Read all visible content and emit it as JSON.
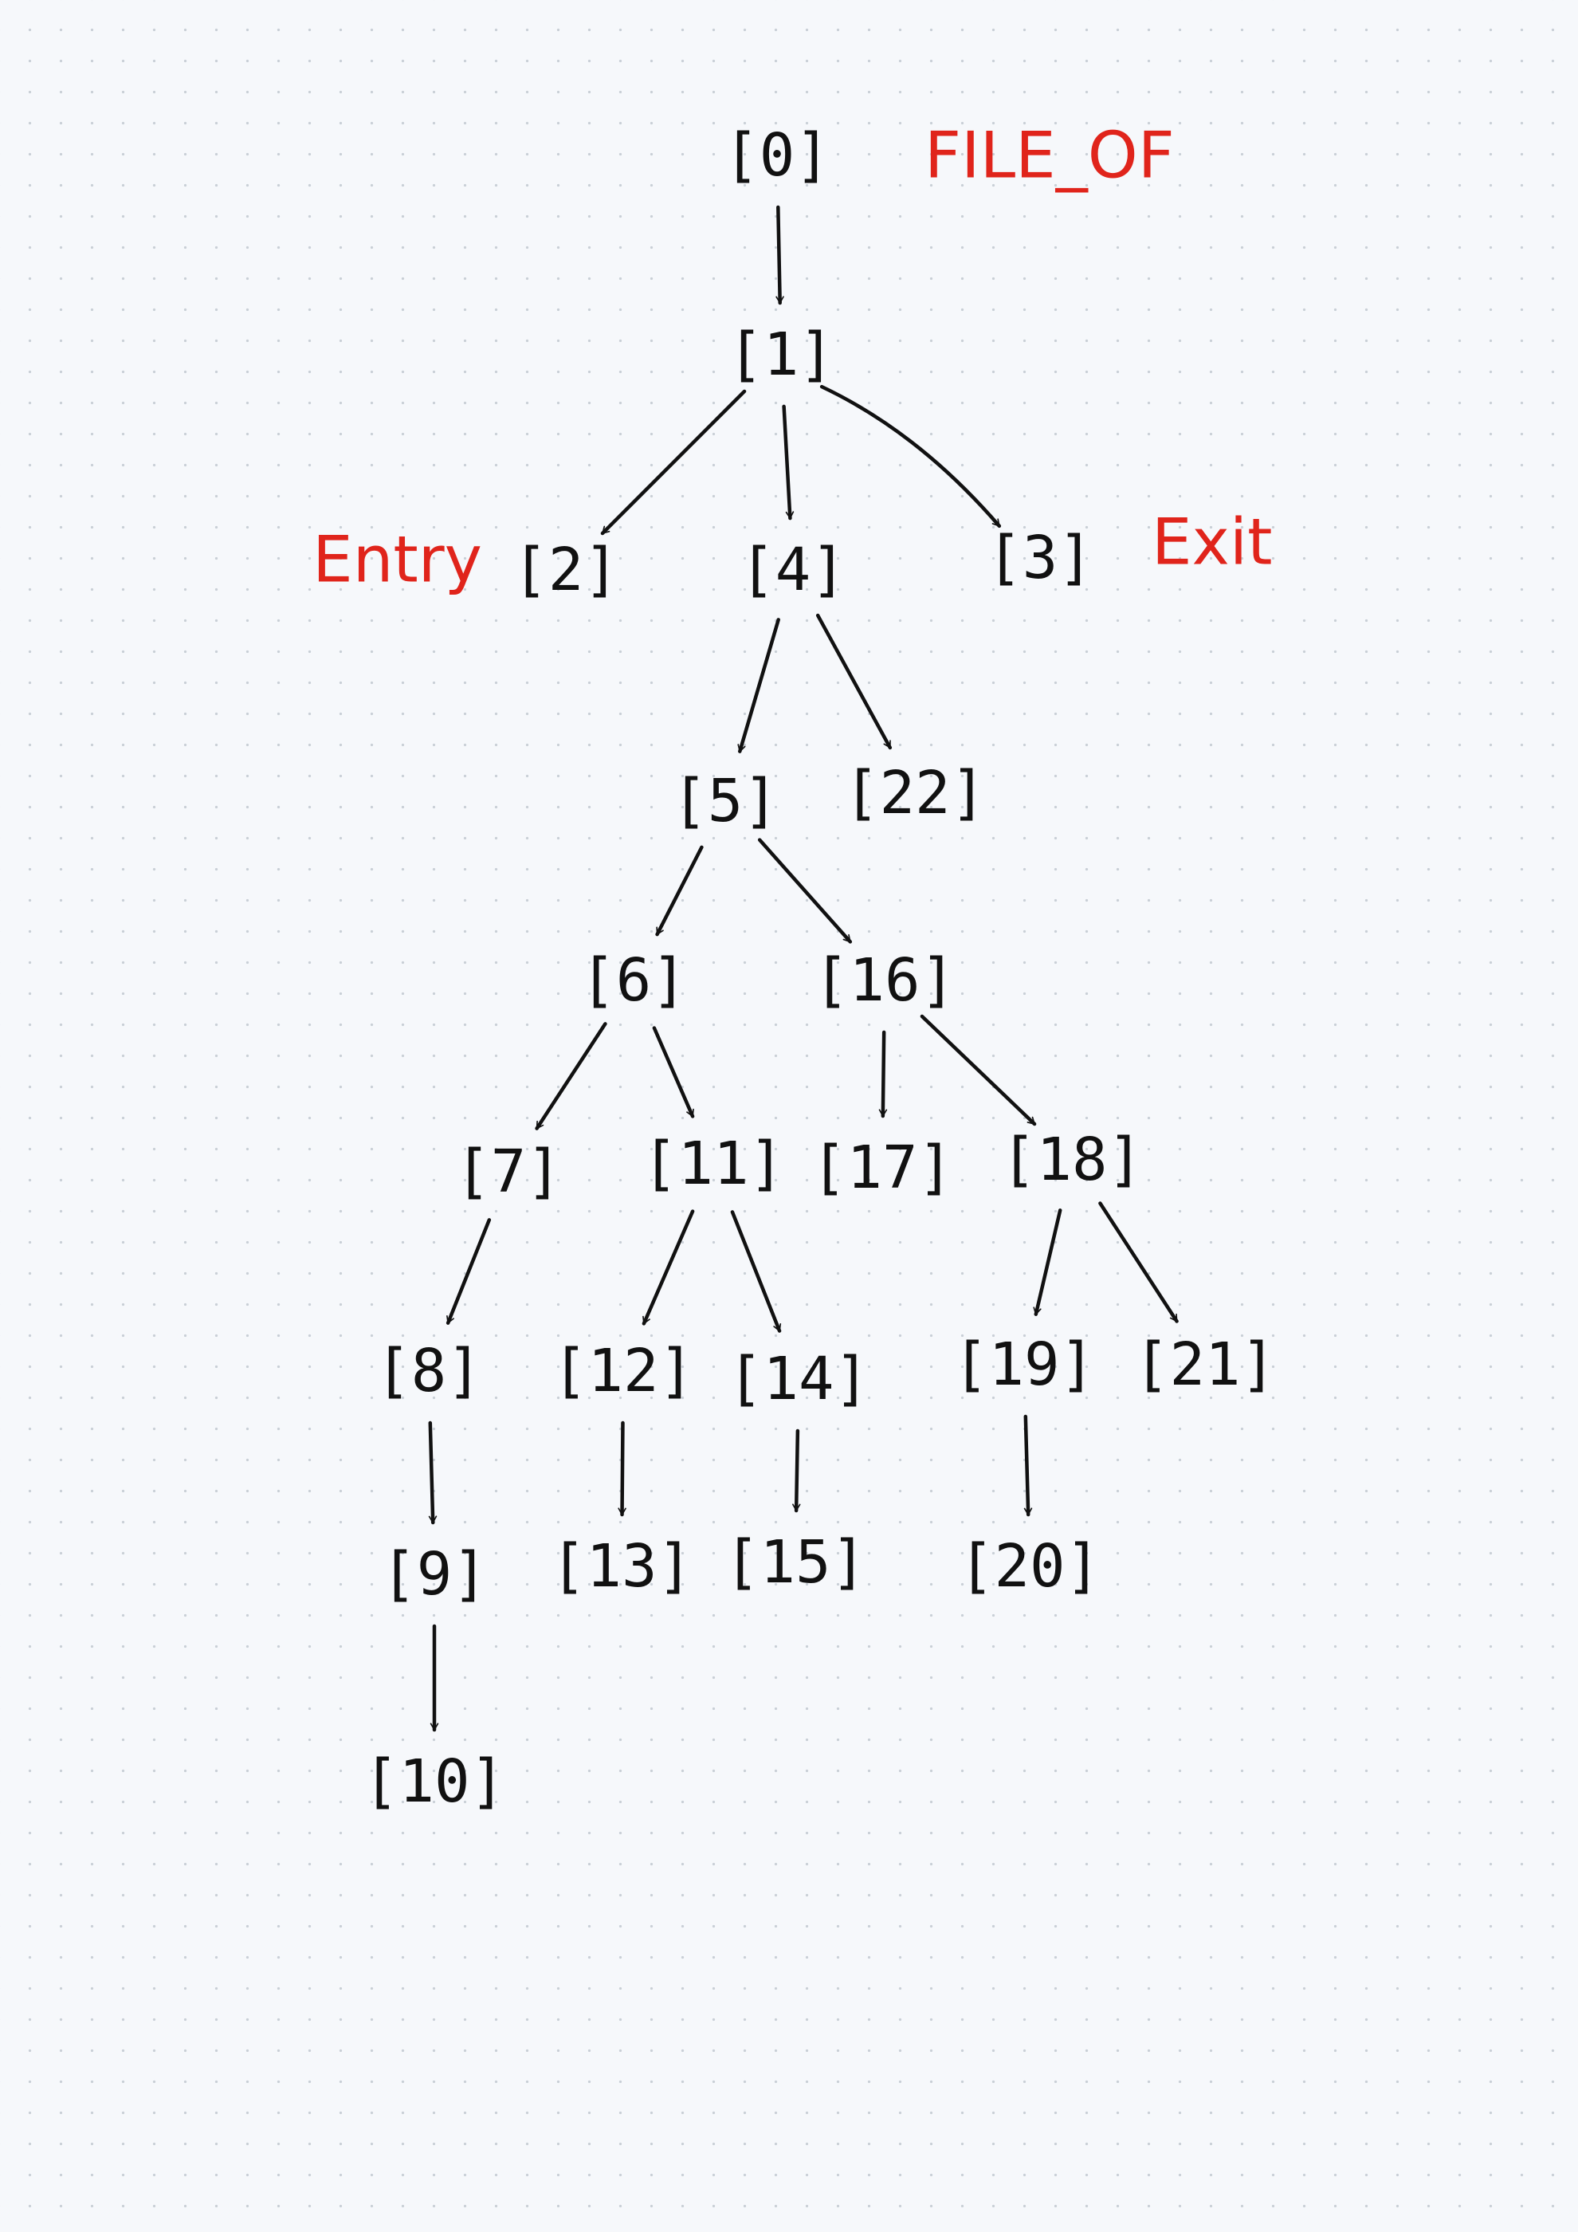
{
  "colors": {
    "ink": "#111111",
    "annotation": "#e0241b",
    "paper": "#f6f8fb"
  },
  "tree": {
    "nodes": [
      {
        "id": "0",
        "label": "[0]"
      },
      {
        "id": "1",
        "label": "[1]"
      },
      {
        "id": "2",
        "label": "[2]"
      },
      {
        "id": "3",
        "label": "[3]"
      },
      {
        "id": "4",
        "label": "[4]"
      },
      {
        "id": "5",
        "label": "[5]"
      },
      {
        "id": "6",
        "label": "[6]"
      },
      {
        "id": "7",
        "label": "[7]"
      },
      {
        "id": "8",
        "label": "[8]"
      },
      {
        "id": "9",
        "label": "[9]"
      },
      {
        "id": "10",
        "label": "[10]"
      },
      {
        "id": "11",
        "label": "[11]"
      },
      {
        "id": "12",
        "label": "[12]"
      },
      {
        "id": "13",
        "label": "[13]"
      },
      {
        "id": "14",
        "label": "[14]"
      },
      {
        "id": "15",
        "label": "[15]"
      },
      {
        "id": "16",
        "label": "[16]"
      },
      {
        "id": "17",
        "label": "[17]"
      },
      {
        "id": "18",
        "label": "[18]"
      },
      {
        "id": "19",
        "label": "[19]"
      },
      {
        "id": "20",
        "label": "[20]"
      },
      {
        "id": "21",
        "label": "[21]"
      },
      {
        "id": "22",
        "label": "[22]"
      }
    ],
    "edges": [
      [
        "0",
        "1"
      ],
      [
        "1",
        "2"
      ],
      [
        "1",
        "4"
      ],
      [
        "1",
        "3"
      ],
      [
        "4",
        "5"
      ],
      [
        "4",
        "22"
      ],
      [
        "5",
        "6"
      ],
      [
        "5",
        "16"
      ],
      [
        "6",
        "7"
      ],
      [
        "6",
        "11"
      ],
      [
        "16",
        "17"
      ],
      [
        "16",
        "18"
      ],
      [
        "7",
        "8"
      ],
      [
        "8",
        "9"
      ],
      [
        "9",
        "10"
      ],
      [
        "11",
        "12"
      ],
      [
        "11",
        "14"
      ],
      [
        "12",
        "13"
      ],
      [
        "14",
        "15"
      ],
      [
        "18",
        "19"
      ],
      [
        "18",
        "21"
      ],
      [
        "19",
        "20"
      ]
    ],
    "annotations": [
      {
        "node": "0",
        "text": "FILE_OF"
      },
      {
        "node": "2",
        "text": "Entry"
      },
      {
        "node": "3",
        "text": "Exit"
      }
    ]
  }
}
